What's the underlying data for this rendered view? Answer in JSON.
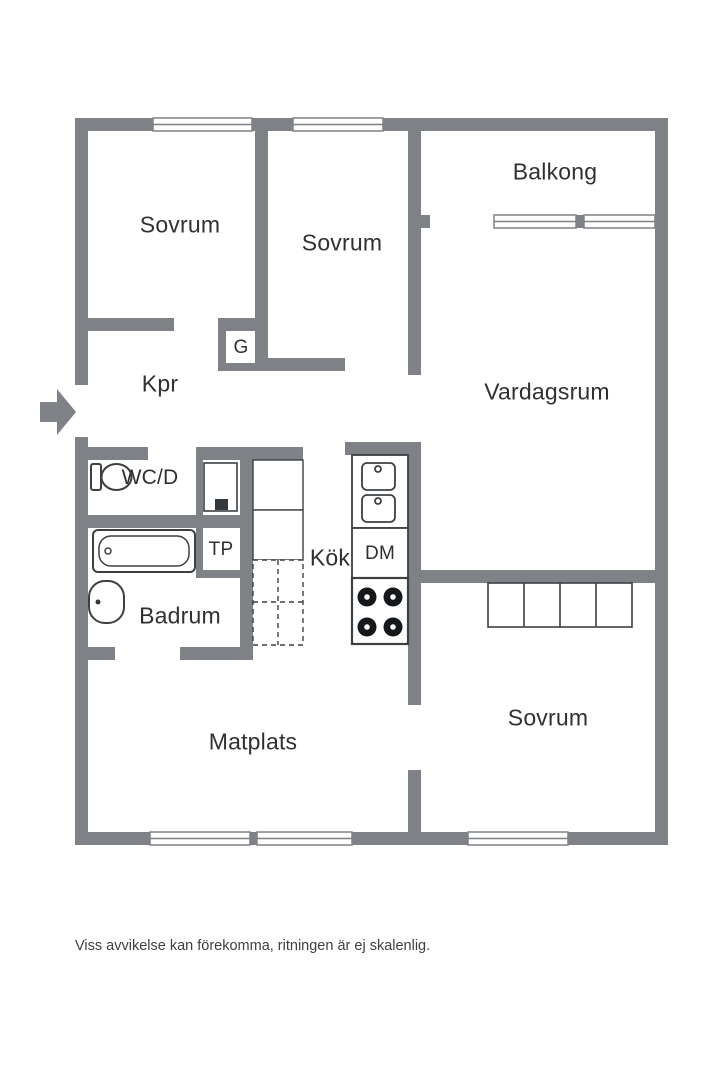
{
  "rooms": {
    "sovrum1": "Sovrum",
    "sovrum2": "Sovrum",
    "balkong": "Balkong",
    "vardagsrum": "Vardagsrum",
    "kpr": "Kpr",
    "garderob": "G",
    "wcd": "WC/D",
    "tp": "TP",
    "badrum": "Badrum",
    "kok": "Kök",
    "dm": "DM",
    "matplats": "Matplats",
    "sovrum3": "Sovrum"
  },
  "footer": {
    "disclaimer": "Viss avvikelse kan förekomma, ritningen är ej skalenlig."
  },
  "fixtures": [
    "entrance-arrow",
    "toilet",
    "shower",
    "bathtub",
    "washbasin",
    "kitchen-sink",
    "dishwasher",
    "stove",
    "kitchen-counter",
    "wardrobes",
    "windows"
  ],
  "colors": {
    "wall": "#7e8286",
    "fixture": "#3c4043",
    "text": "#2e3133",
    "burner": "#15181b"
  }
}
